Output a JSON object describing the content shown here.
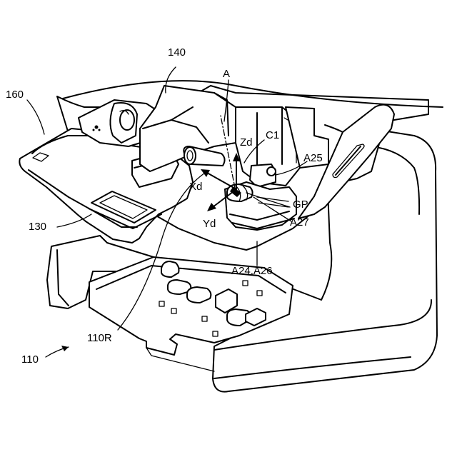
{
  "figure": {
    "labels": {
      "l140": "140",
      "l160": "160",
      "lA": "A",
      "lC1": "C1",
      "lZd": "Zd",
      "lA25": "A25",
      "lXd": "Xd",
      "lGP": "GP",
      "lYd": "Yd",
      "lA27": "A27",
      "l130": "130",
      "lA24A26": "A24,A26",
      "l110R": "110R",
      "l110": "110"
    }
  }
}
